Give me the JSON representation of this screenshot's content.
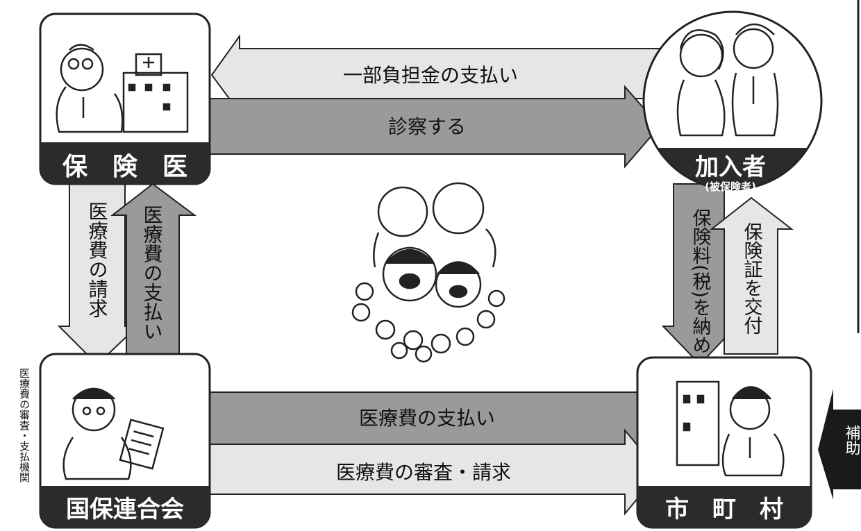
{
  "nodes": {
    "hoken_i": {
      "title": "保　険　医"
    },
    "kanyusha": {
      "title": "加入者",
      "subtitle": "(被保険者)"
    },
    "kokuho": {
      "title": "国保連合会",
      "side_label": "医療費の審査・支払機関"
    },
    "shichoson": {
      "title": "市　町　村"
    }
  },
  "flows": {
    "ichibu_futankin": "一部負担金の支払い",
    "shinsatsu": "診察する",
    "iryohi_seikyu": "医療費の請求",
    "iryohi_shiharai_left": "医療費の支払い",
    "hokenryo": "保険料(税)を納める",
    "hokensho": "保険証を交付",
    "iryohi_shiharai_bottom": "医療費の支払い",
    "iryohi_shinsa_seikyu": "医療費の審査・請求"
  },
  "edge_label": "補助",
  "colors": {
    "dark_band": "#2b2b2b",
    "arrow_dark": "#9a9a9a",
    "arrow_light": "#e6e6e6",
    "outline": "#222222"
  }
}
